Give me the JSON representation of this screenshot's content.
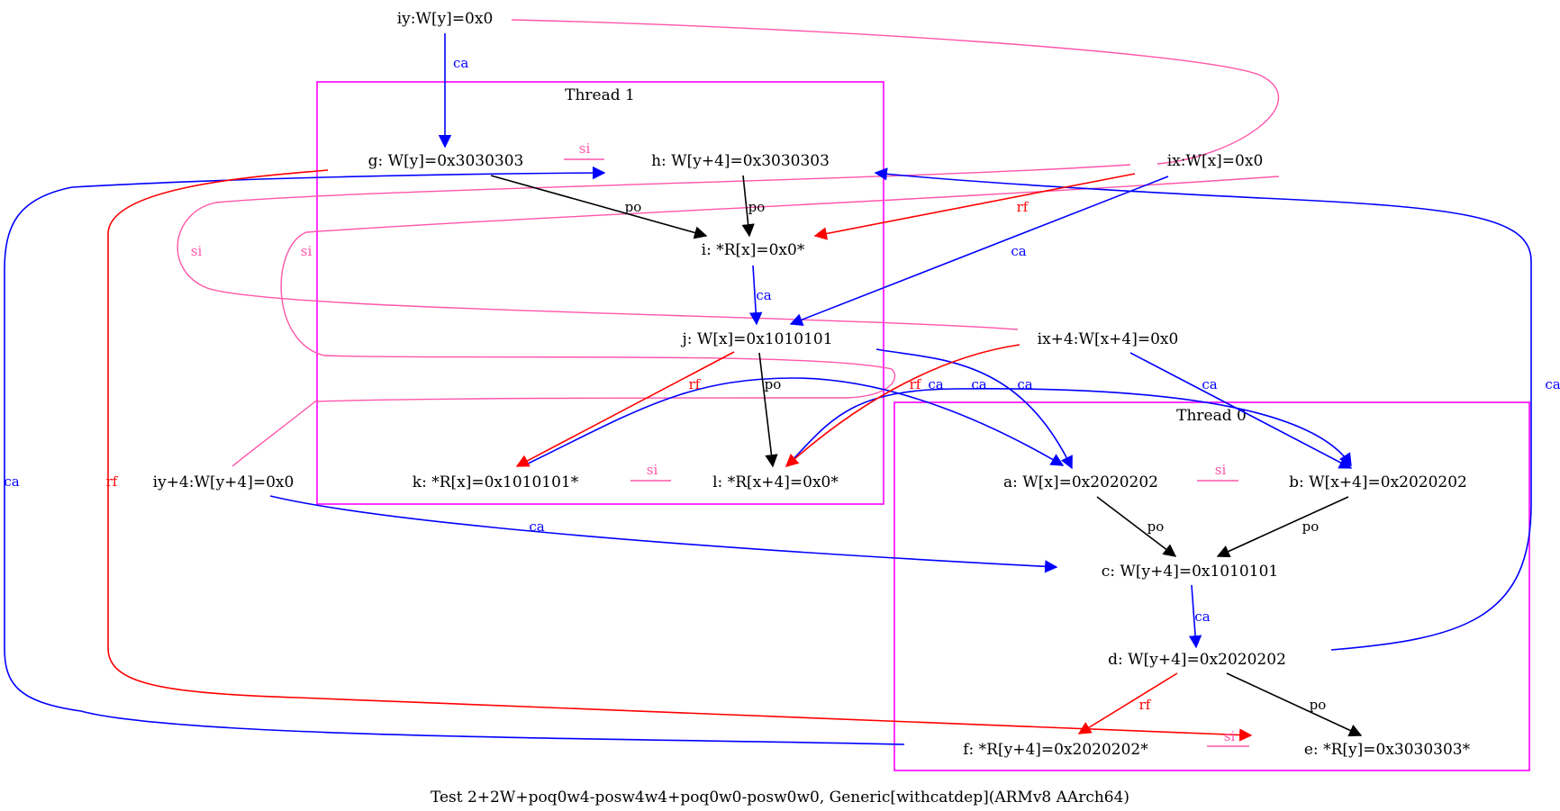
{
  "caption": "Test 2+2W+poq0w4-posw4w4+poq0w0-posw0w0, Generic[withcatdep](ARMv8 AArch64)",
  "colors": {
    "po": "#000000",
    "ca": "#0000ff",
    "rf": "#ff0000",
    "si": "#ff55aa",
    "cluster": "#ff00ff"
  },
  "clusters": [
    {
      "id": "thread1",
      "label": "Thread 1"
    },
    {
      "id": "thread0",
      "label": "Thread 0"
    }
  ],
  "nodes": [
    {
      "id": "iy",
      "label": "iy:W[y]=0x0"
    },
    {
      "id": "g",
      "label": "g: W[y]=0x3030303"
    },
    {
      "id": "h",
      "label": "h: W[y+4]=0x3030303"
    },
    {
      "id": "ix",
      "label": "ix:W[x]=0x0"
    },
    {
      "id": "i",
      "label": "i: *R[x]=0x0*"
    },
    {
      "id": "j",
      "label": "j: W[x]=0x1010101"
    },
    {
      "id": "ix4",
      "label": "ix+4:W[x+4]=0x0"
    },
    {
      "id": "iy4",
      "label": "iy+4:W[y+4]=0x0"
    },
    {
      "id": "k",
      "label": "k: *R[x]=0x1010101*"
    },
    {
      "id": "l",
      "label": "l: *R[x+4]=0x0*"
    },
    {
      "id": "a",
      "label": "a: W[x]=0x2020202"
    },
    {
      "id": "b",
      "label": "b: W[x+4]=0x2020202"
    },
    {
      "id": "c",
      "label": "c: W[y+4]=0x1010101"
    },
    {
      "id": "d",
      "label": "d: W[y+4]=0x2020202"
    },
    {
      "id": "f",
      "label": "f: *R[y+4]=0x2020202*"
    },
    {
      "id": "e",
      "label": "e: *R[y]=0x3030303*"
    }
  ],
  "edges": [
    {
      "id": "iy-g",
      "kind": "ca",
      "label": "ca"
    },
    {
      "id": "g-h",
      "kind": "si",
      "label": "si"
    },
    {
      "id": "g-i",
      "kind": "po",
      "label": "po"
    },
    {
      "id": "h-i",
      "kind": "po",
      "label": "po"
    },
    {
      "id": "ix-i",
      "kind": "rf",
      "label": "rf"
    },
    {
      "id": "ix-j",
      "kind": "ca",
      "label": "ca"
    },
    {
      "id": "i-j",
      "kind": "ca",
      "label": "ca"
    },
    {
      "id": "ix-iy",
      "kind": "si",
      "label": ""
    },
    {
      "id": "ix-si-left",
      "kind": "si",
      "label": "si"
    },
    {
      "id": "ix4-si",
      "kind": "si",
      "label": "si"
    },
    {
      "id": "iy4-si",
      "kind": "si",
      "label": ""
    },
    {
      "id": "j-k",
      "kind": "rf",
      "label": "rf"
    },
    {
      "id": "j-l",
      "kind": "po",
      "label": "po"
    },
    {
      "id": "ix4-l",
      "kind": "rf",
      "label": "rf"
    },
    {
      "id": "k-a",
      "kind": "ca",
      "label": "ca"
    },
    {
      "id": "l-b",
      "kind": "ca",
      "label": "ca"
    },
    {
      "id": "j-a",
      "kind": "ca",
      "label": "ca"
    },
    {
      "id": "ix4-b",
      "kind": "ca",
      "label": "ca"
    },
    {
      "id": "k-l",
      "kind": "si",
      "label": "si"
    },
    {
      "id": "a-b",
      "kind": "si",
      "label": "si"
    },
    {
      "id": "a-c",
      "kind": "po",
      "label": "po"
    },
    {
      "id": "b-c",
      "kind": "po",
      "label": "po"
    },
    {
      "id": "iy4-c",
      "kind": "ca",
      "label": "ca"
    },
    {
      "id": "c-d",
      "kind": "ca",
      "label": "ca"
    },
    {
      "id": "d-h",
      "kind": "ca",
      "label": "ca"
    },
    {
      "id": "d-f",
      "kind": "rf",
      "label": "rf"
    },
    {
      "id": "d-e",
      "kind": "po",
      "label": "po"
    },
    {
      "id": "g-e",
      "kind": "rf",
      "label": "rf"
    },
    {
      "id": "f-g",
      "kind": "ca",
      "label": "ca"
    },
    {
      "id": "f-e",
      "kind": "si",
      "label": "si"
    }
  ]
}
